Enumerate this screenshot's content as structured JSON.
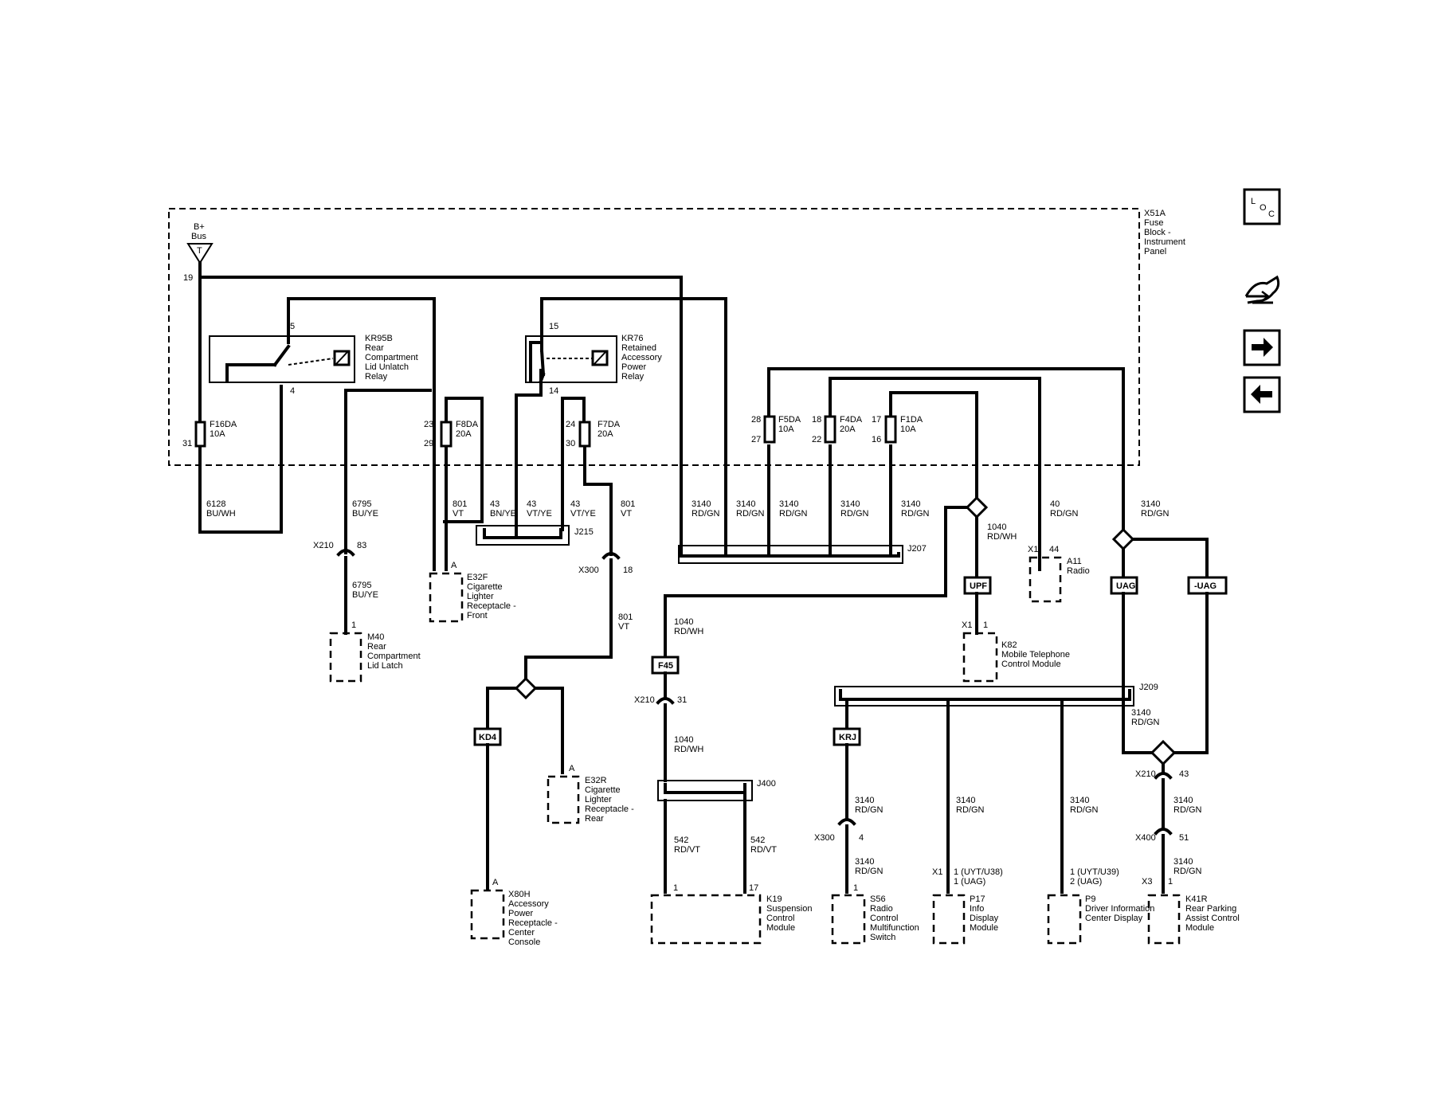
{
  "fuse_block": {
    "name": "X51A",
    "desc": [
      "Fuse",
      "Block -",
      "Instrument",
      "Panel"
    ]
  },
  "bplus": {
    "line1": "B+",
    "line2": "Bus",
    "terminal": "T",
    "pin": "19"
  },
  "relay_kr95b": {
    "name": "KR95B",
    "desc": [
      "Rear",
      "Compartment",
      "Lid Unlatch",
      "Relay"
    ],
    "pin_top": "5",
    "pin_bottom": "4"
  },
  "relay_kr76": {
    "name": "KR76",
    "desc": [
      "Retained",
      "Accessory",
      "Power",
      "Relay"
    ],
    "pin_top": "15",
    "pin_bottom": "14"
  },
  "fuses": {
    "f16da": {
      "name": "F16DA",
      "rating": "10A",
      "pin_out": "31"
    },
    "f8da": {
      "name": "F8DA",
      "rating": "20A",
      "pin_in": "23",
      "pin_out": "29"
    },
    "f7da": {
      "name": "F7DA",
      "rating": "20A",
      "pin_in": "24",
      "pin_out": "30"
    },
    "f5da": {
      "name": "F5DA",
      "rating": "10A",
      "pin_in": "28",
      "pin_out": "27"
    },
    "f4da": {
      "name": "F4DA",
      "rating": "20A",
      "pin_in": "18",
      "pin_out": "22"
    },
    "f1da": {
      "name": "F1DA",
      "rating": "10A",
      "pin_in": "17",
      "pin_out": "16"
    }
  },
  "wires": {
    "w6128": {
      "num": "6128",
      "color": "BU/WH"
    },
    "w6795a": {
      "num": "6795",
      "color": "BU/YE"
    },
    "w6795b": {
      "num": "6795",
      "color": "BU/YE"
    },
    "w801a": {
      "num": "801",
      "color": "VT"
    },
    "w43a": {
      "num": "43",
      "color": "BN/YE"
    },
    "w43b": {
      "num": "43",
      "color": "VT/YE"
    },
    "w43c": {
      "num": "43",
      "color": "VT/YE"
    },
    "w801b": {
      "num": "801",
      "color": "VT"
    },
    "w801c": {
      "num": "801",
      "color": "VT"
    },
    "w3140a": {
      "num": "3140",
      "color": "RD/GN"
    },
    "w3140b": {
      "num": "3140",
      "color": "RD/GN"
    },
    "w3140c": {
      "num": "3140",
      "color": "RD/GN"
    },
    "w3140d": {
      "num": "3140",
      "color": "RD/GN"
    },
    "w3140e": {
      "num": "3140",
      "color": "RD/GN"
    },
    "w1040a": {
      "num": "1040",
      "color": "RD/WH"
    },
    "w40": {
      "num": "40",
      "color": "RD/GN"
    },
    "w3140f": {
      "num": "3140",
      "color": "RD/GN"
    },
    "w1040b": {
      "num": "1040",
      "color": "RD/WH"
    },
    "w1040c": {
      "num": "1040",
      "color": "RD/WH"
    },
    "w542a": {
      "num": "542",
      "color": "RD/VT"
    },
    "w542b": {
      "num": "542",
      "color": "RD/VT"
    },
    "w3140g": {
      "num": "3140",
      "color": "RD/GN"
    },
    "w3140h": {
      "num": "3140",
      "color": "RD/GN"
    },
    "w3140i": {
      "num": "3140",
      "color": "RD/GN"
    },
    "w3140j": {
      "num": "3140",
      "color": "RD/GN"
    },
    "w3140k": {
      "num": "3140",
      "color": "RD/GN"
    },
    "w3140l": {
      "num": "3140",
      "color": "RD/GN"
    },
    "w3140m": {
      "num": "3140",
      "color": "RD/GN"
    }
  },
  "splices": {
    "j215": "J215",
    "j207": "J207",
    "j209": "J209",
    "j400": "J400"
  },
  "connectors": {
    "x210a": {
      "name": "X210",
      "pin": "83"
    },
    "x300a": {
      "name": "X300",
      "pin": "18"
    },
    "x210b": {
      "name": "X210",
      "pin": "31"
    },
    "x300b": {
      "name": "X300",
      "pin": "4"
    },
    "x210c": {
      "name": "X210",
      "pin": "43"
    },
    "x400": {
      "name": "X400",
      "pin": "51"
    }
  },
  "options": {
    "kd4": "KD4",
    "upf": "UPF",
    "uag": "UAG",
    "nuag": "-UAG",
    "f45": "F45",
    "krj": "KRJ"
  },
  "components": {
    "m40": {
      "name": "M40",
      "desc": [
        "Rear",
        "Compartment",
        "Lid Latch"
      ],
      "pin": "1"
    },
    "e32f": {
      "name": "E32F",
      "desc": [
        "Cigarette",
        "Lighter",
        "Receptacle -",
        "Front"
      ],
      "pin": "A"
    },
    "e32r": {
      "name": "E32R",
      "desc": [
        "Cigarette",
        "Lighter",
        "Receptacle -",
        "Rear"
      ],
      "pin": "A"
    },
    "x80h": {
      "name": "X80H",
      "desc": [
        "Accessory",
        "Power",
        "Receptacle -",
        "Center",
        "Console"
      ],
      "pin": "A"
    },
    "a11": {
      "name": "A11",
      "desc": [
        "Radio"
      ],
      "conn": "X1",
      "pin": "44"
    },
    "k82": {
      "name": "K82",
      "desc": [
        "Mobile Telephone",
        "Control Module"
      ],
      "conn": "X1",
      "pin": "1"
    },
    "k19": {
      "name": "K19",
      "desc": [
        "Suspension",
        "Control",
        "Module"
      ],
      "pin_a": "1",
      "pin_b": "17"
    },
    "s56": {
      "name": "S56",
      "desc": [
        "Radio",
        "Control",
        "Multifunction",
        "Switch"
      ],
      "pin": "1"
    },
    "p17": {
      "name": "P17",
      "desc": [
        "Info",
        "Display",
        "Module"
      ],
      "conn": "X1",
      "pin_line1": "1 (UYT/U38)",
      "pin_line2": "1 (UAG)"
    },
    "p9": {
      "name": "P9",
      "desc": [
        "Driver Information",
        "Center Display"
      ],
      "pin_line1": "1 (UYT/U39)",
      "pin_line2": "2 (UAG)"
    },
    "k41r": {
      "name": "K41R",
      "desc": [
        "Rear Parking",
        "Assist Control",
        "Module"
      ],
      "conn": "X3",
      "pin": "1"
    }
  },
  "nav": {
    "loc_l": "L",
    "loc_o": "O",
    "loc_c": "C"
  },
  "icons": [
    "loc-icon",
    "related-circuits-icon",
    "next-page-icon",
    "previous-page-icon"
  ]
}
